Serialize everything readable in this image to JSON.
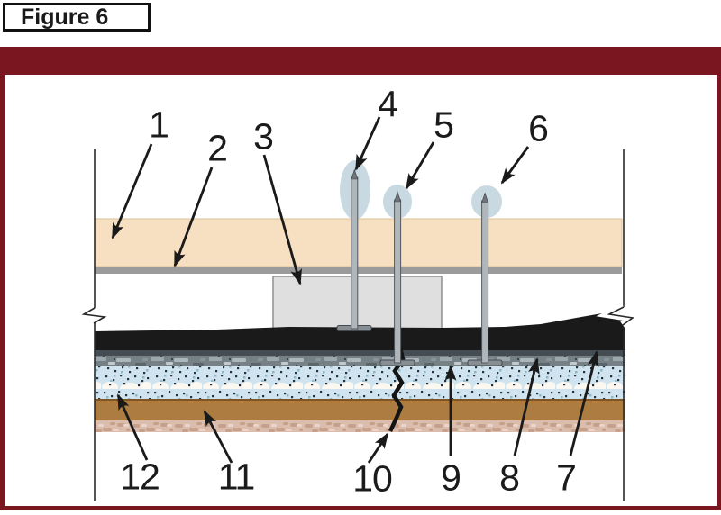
{
  "figure": {
    "title": "Figure 6"
  },
  "callouts": [
    {
      "id": 1,
      "text": "1"
    },
    {
      "id": 2,
      "text": "2"
    },
    {
      "id": 3,
      "text": "3"
    },
    {
      "id": 4,
      "text": "4"
    },
    {
      "id": 5,
      "text": "5"
    },
    {
      "id": 6,
      "text": "6"
    },
    {
      "id": 7,
      "text": "7"
    },
    {
      "id": 8,
      "text": "8"
    },
    {
      "id": 9,
      "text": "9"
    },
    {
      "id": 10,
      "text": "10"
    },
    {
      "id": 11,
      "text": "11"
    },
    {
      "id": 12,
      "text": "12"
    }
  ],
  "colors": {
    "frame_maroon": "#7A161F",
    "top_board_tan": "#F6E0C1",
    "separator_gray": "#9B9B9B",
    "block_gray": "#DFDFDF",
    "membrane_black": "#1A1A1A",
    "coating_dark_gray": "#454D53",
    "slate_band_gray": "#758087",
    "insulating_concrete_blue": "#D0E4EF",
    "deck_brown": "#AD7C41",
    "bottom_band_pink": "#DABDAD",
    "fastener_gray": "#B0B7BB",
    "moisture_halo_blue": "#C9D9E2"
  }
}
